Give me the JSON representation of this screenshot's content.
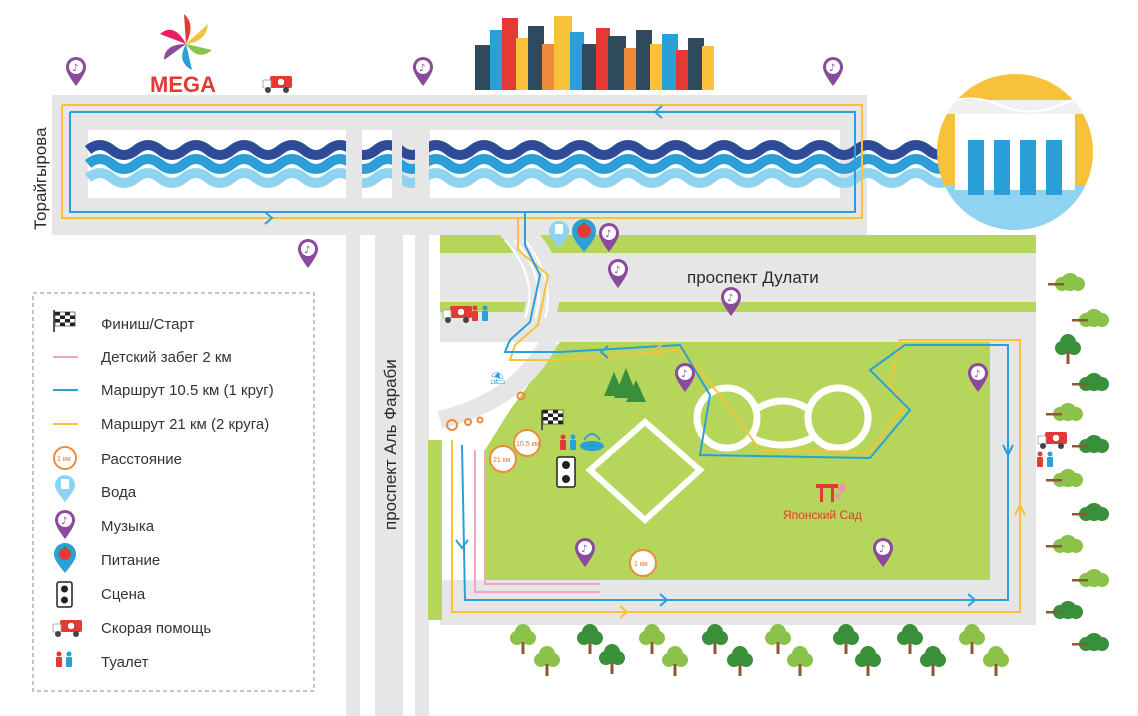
{
  "brand": {
    "mall": "MEGA"
  },
  "roads": {
    "toraigyrov": "Торайгырова",
    "dulati": "проспект Дулати",
    "alfarabi": "проспект Аль Фараби"
  },
  "places": {
    "japanese_garden": "Японский Сад"
  },
  "markers": {
    "km1": "1 км",
    "km10_5": "10.5 км",
    "km21": "21 км"
  },
  "legend": {
    "finish": "Финиш/Старт",
    "kids": "Детский забег 2 км",
    "route10": "Маршрут 10.5 км (1 круг)",
    "route21": "Маршрут 21 км (2 круга)",
    "distance": "Расстояние",
    "distance_icon": "1 км",
    "water": "Вода",
    "music": "Музыка",
    "food": "Питание",
    "stage": "Сцена",
    "ambulance": "Скорая помощь",
    "toilet": "Туалет"
  },
  "colors": {
    "road": "#e6e6e6",
    "park": "#b5d65a",
    "route10": "#2a9fd8",
    "route21": "#f7c23a",
    "kids": "#f0a8c0",
    "music": "#8a4b9c",
    "distance": "#ef8a3a",
    "water_deep": "#2e4a9a",
    "water_light": "#8fd3f2"
  }
}
